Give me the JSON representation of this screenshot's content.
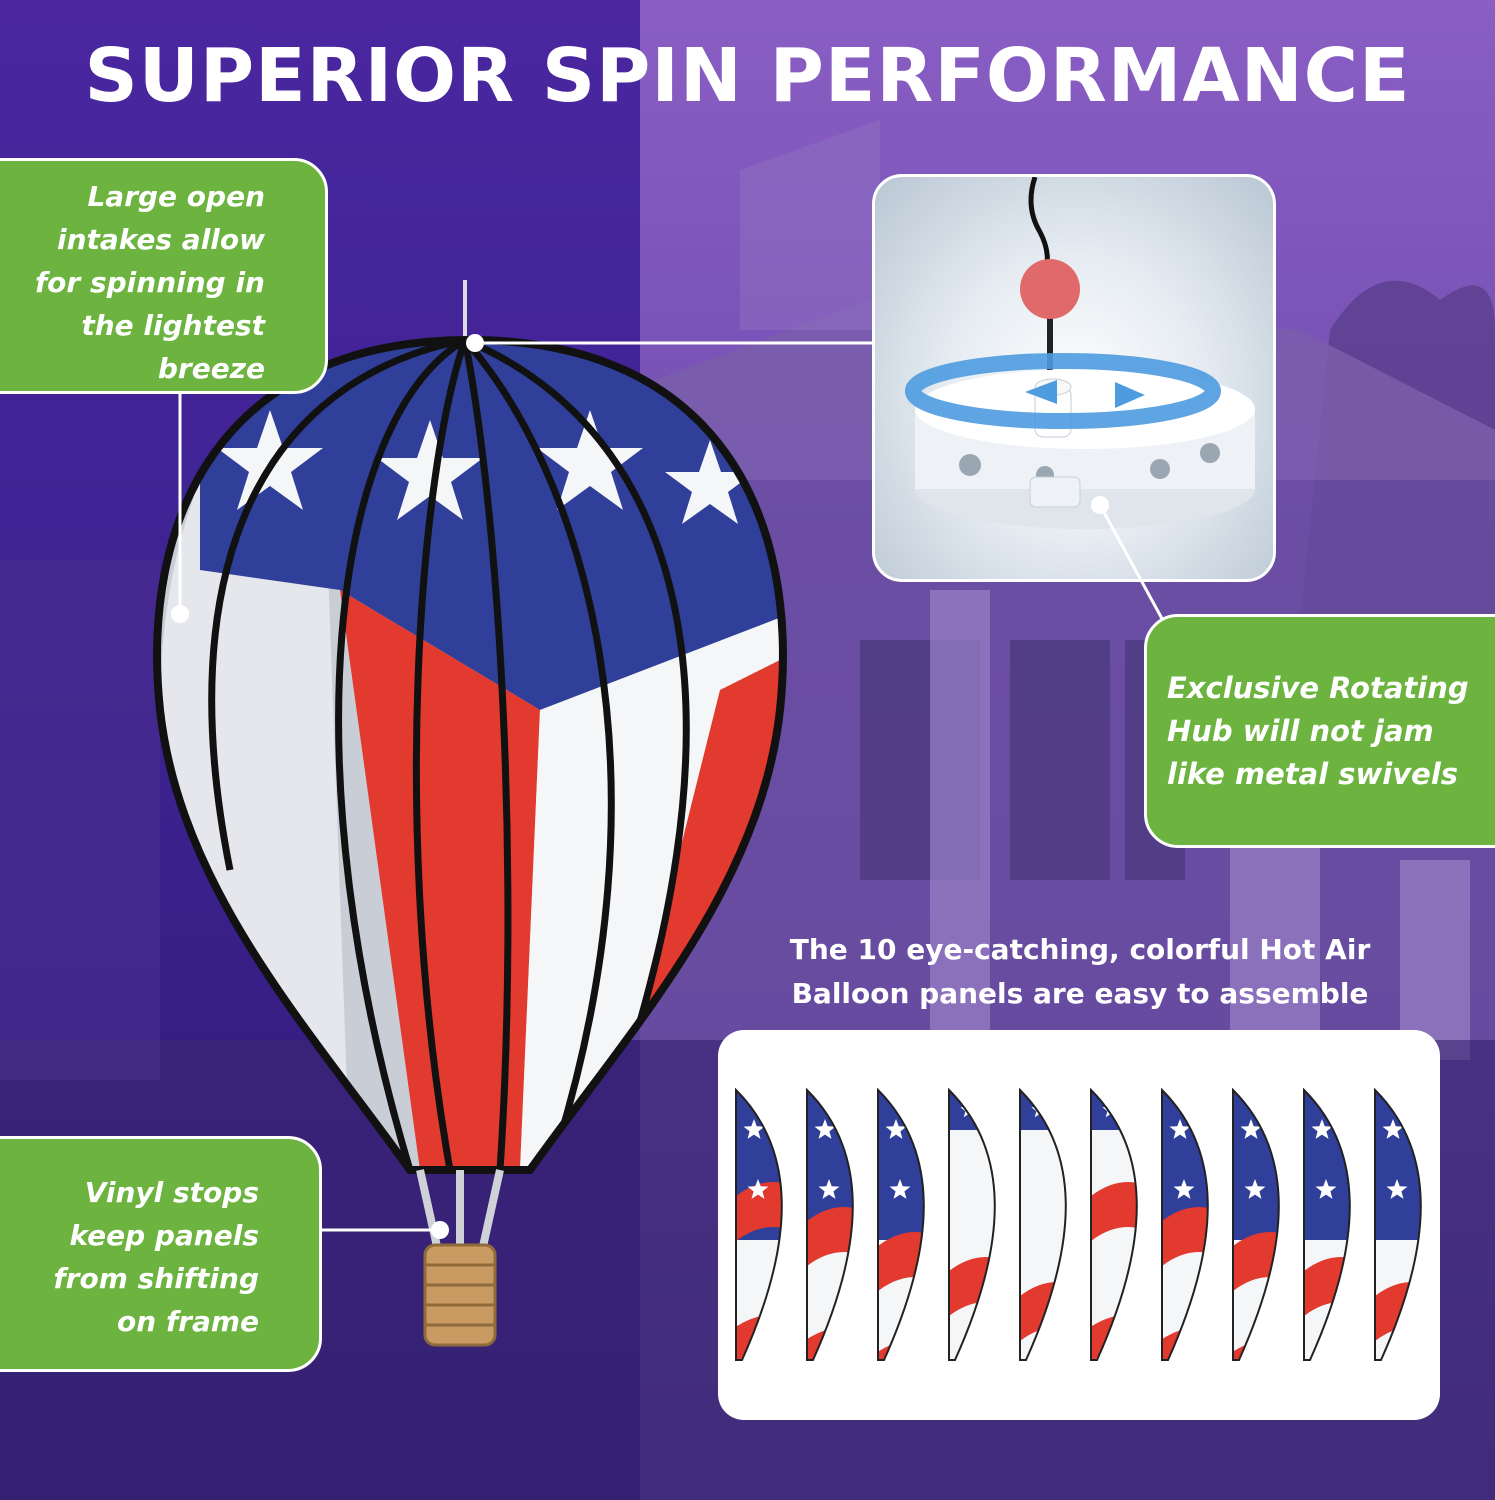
{
  "headline": "SUPERIOR SPIN PERFORMANCE",
  "callouts": {
    "intakes": [
      "Large open",
      "intakes allow",
      "for spinning in",
      "the lightest",
      "breeze"
    ],
    "hub": [
      "Exclusive Rotating",
      "Hub will not jam",
      "like metal swivels"
    ],
    "vinyl": [
      "Vinyl stops",
      "keep panels",
      "from shifting",
      "on frame"
    ]
  },
  "panels_caption": [
    "The 10 eye-catching, colorful Hot Air",
    "Balloon panels are easy to assemble"
  ],
  "panel_count": 10,
  "colors": {
    "accent_green": "#6cb33f",
    "flag_blue": "#2f3f9a",
    "flag_red": "#e23a2e",
    "flag_white": "#f4f6f8",
    "background_purple": "#3d2290",
    "hub_bead": "#e0696a",
    "basket": "#c99a62"
  },
  "icons": {
    "balloon": "hot-air-balloon-image",
    "hub": "rotating-hub-image",
    "rotation": "rotation-arrow-icon",
    "star": "star-icon"
  }
}
